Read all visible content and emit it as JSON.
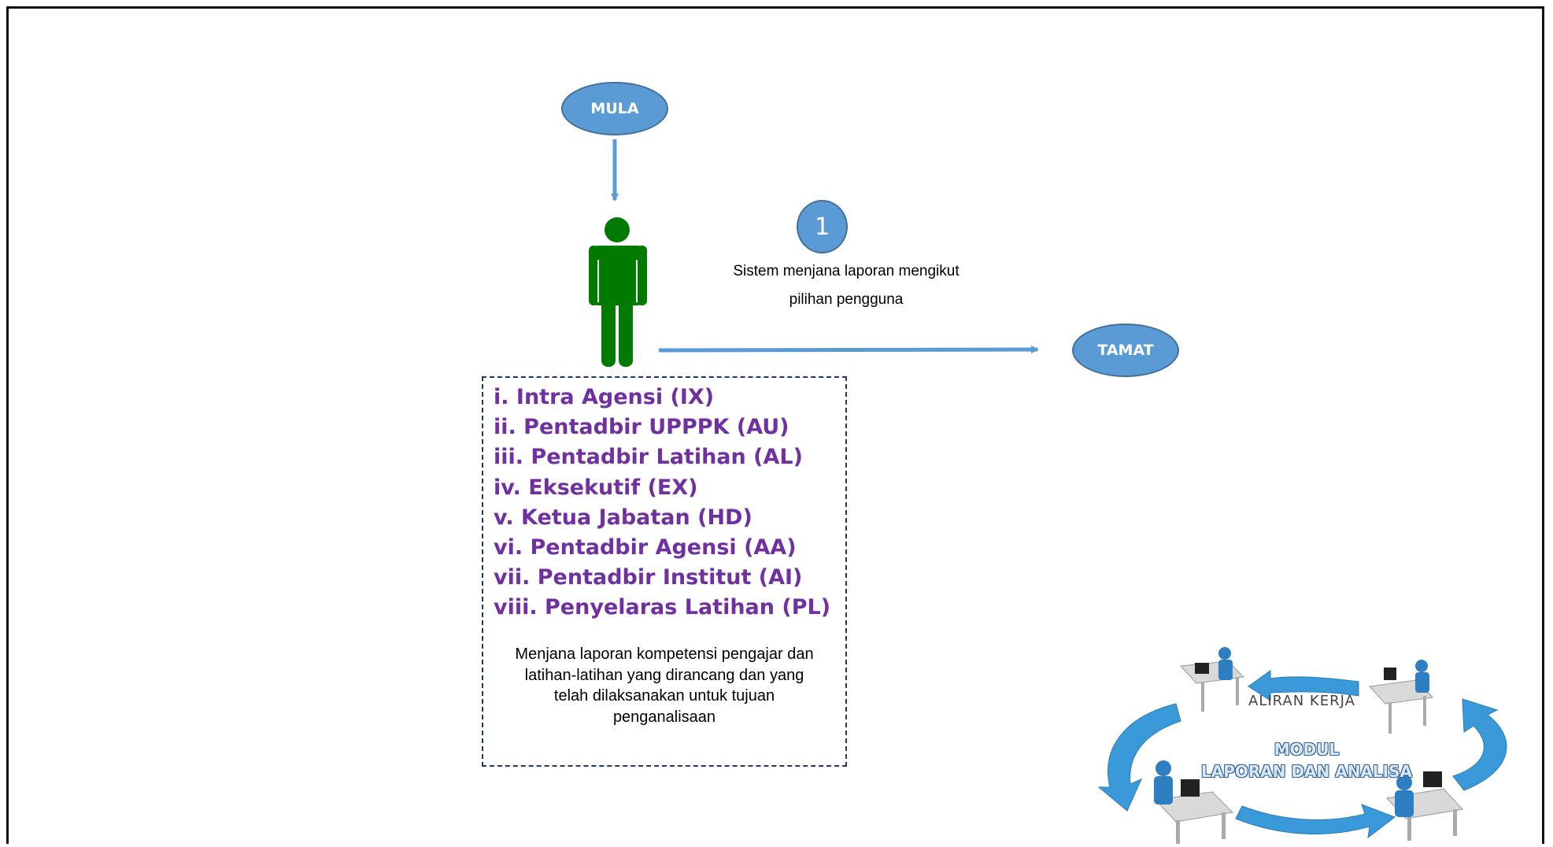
{
  "flow": {
    "start_label": "MULA",
    "end_label": "TAMAT",
    "step_number": "1",
    "step_text_line1": "Sistem menjana laporan mengikut",
    "step_text_line2": "pilihan pengguna"
  },
  "roles": [
    "i. Intra Agensi (IX)",
    "ii. Pentadbir UPPPK (AU)",
    "iii. Pentadbir Latihan (AL)",
    "iv. Eksekutif (EX)",
    "v. Ketua Jabatan (HD)",
    "vi. Pentadbir Agensi (AA)",
    "vii. Pentadbir Institut (AI)",
    "viii. Penyelaras Latihan (PL)"
  ],
  "description": {
    "line1": "Menjana laporan kompetensi pengajar dan",
    "line2": "latihan-latihan yang dirancang dan yang",
    "line3": "telah dilaksanakan untuk tujuan",
    "line4": "penganalisaan"
  },
  "workflow_graphic": {
    "label": "ALIRAN KERJA",
    "title_line1": "MODUL",
    "title_line2": "LAPORAN DAN ANALISA"
  },
  "colors": {
    "node_fill": "#5b9bd5",
    "actor": "#007a00",
    "roles_text": "#7030a0",
    "box_border": "#1f3864",
    "cycle_arrow": "#3a9ad9"
  },
  "icons": [
    "user-figure-icon",
    "arrow-down-icon",
    "arrow-right-icon",
    "workflow-cycle-icon"
  ]
}
